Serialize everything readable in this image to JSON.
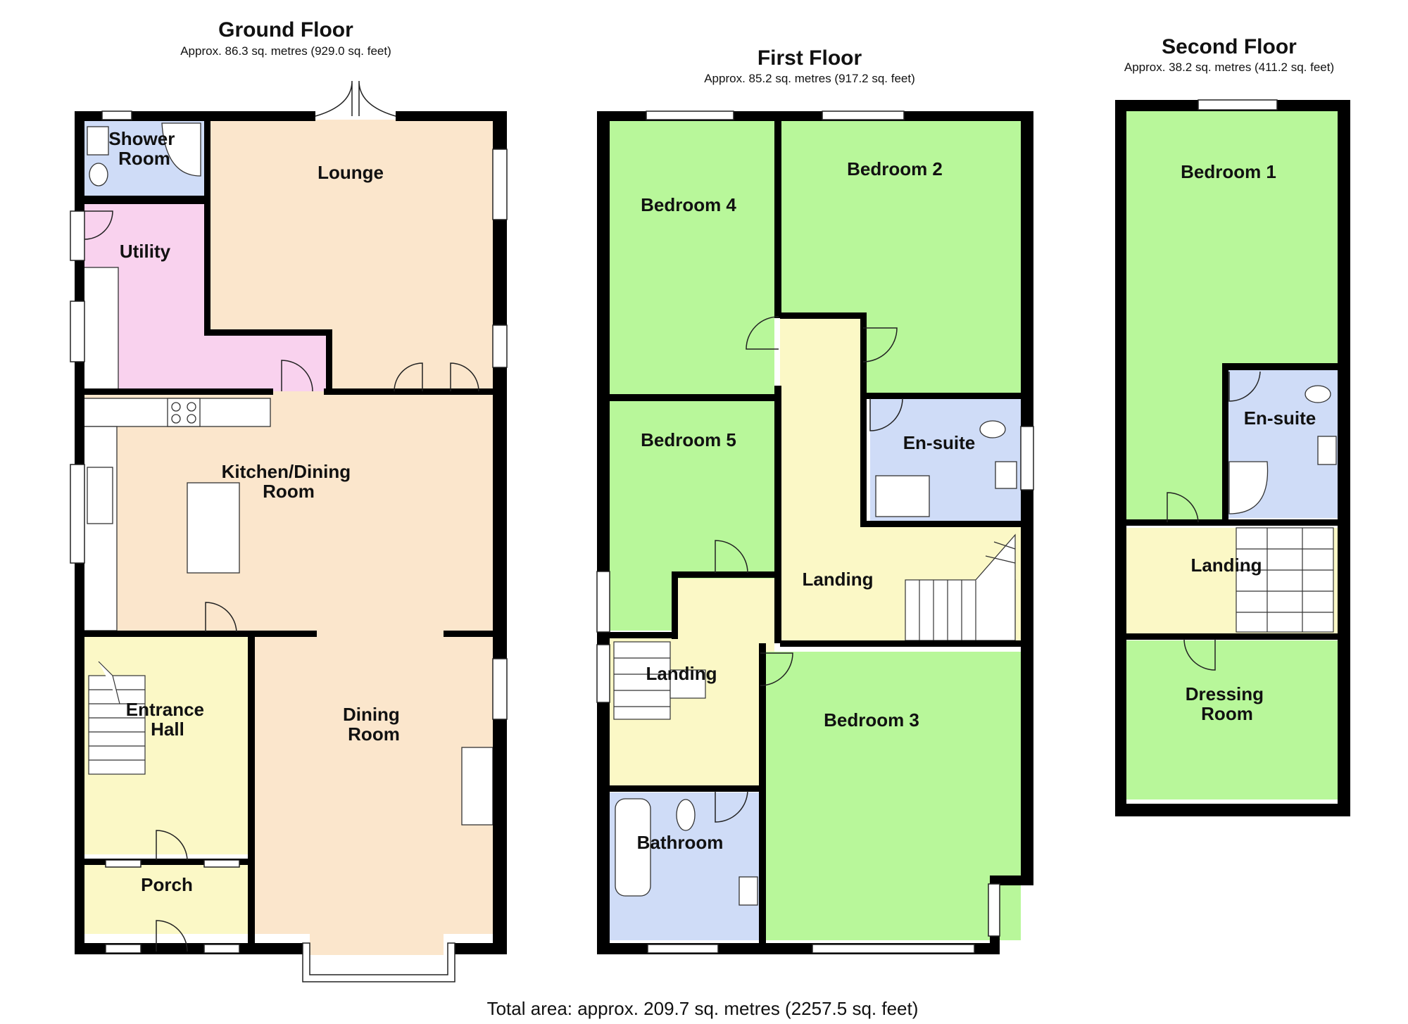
{
  "floors": [
    {
      "title": "Ground Floor",
      "area": "Approx. 86.3 sq. metres (929.0 sq. feet)",
      "rooms": {
        "shower_room": [
          "Shower",
          "Room"
        ],
        "lounge": [
          "Lounge"
        ],
        "utility": [
          "Utility"
        ],
        "kitchen_dining": [
          "Kitchen/Dining",
          "Room"
        ],
        "entrance_hall": [
          "Entrance",
          "Hall"
        ],
        "dining_room": [
          "Dining",
          "Room"
        ],
        "porch": [
          "Porch"
        ]
      }
    },
    {
      "title": "First Floor",
      "area": "Approx. 85.2 sq. metres (917.2 sq. feet)",
      "rooms": {
        "bedroom_4": [
          "Bedroom 4"
        ],
        "bedroom_2": [
          "Bedroom 2"
        ],
        "bedroom_5": [
          "Bedroom 5"
        ],
        "en_suite": [
          "En-suite"
        ],
        "landing_main": [
          "Landing"
        ],
        "landing_small": [
          "Landing"
        ],
        "bedroom_3": [
          "Bedroom 3"
        ],
        "bathroom": [
          "Bathroom"
        ]
      }
    },
    {
      "title": "Second Floor",
      "area": "Approx. 38.2 sq. metres (411.2 sq. feet)",
      "rooms": {
        "bedroom_1": [
          "Bedroom 1"
        ],
        "en_suite": [
          "En-suite"
        ],
        "landing": [
          "Landing"
        ],
        "dressing_room": [
          "Dressing",
          "Room"
        ]
      }
    }
  ],
  "total_area": "Total area: approx. 209.7 sq. metres (2257.5 sq. feet)",
  "colors": {
    "bedroom": "#b8f79a",
    "landing_hall": "#fbf8c6",
    "bathroom": "#cfdcf7",
    "utility": "#f9d2ee",
    "living": "#fbe6cc",
    "wall": "#000000"
  }
}
